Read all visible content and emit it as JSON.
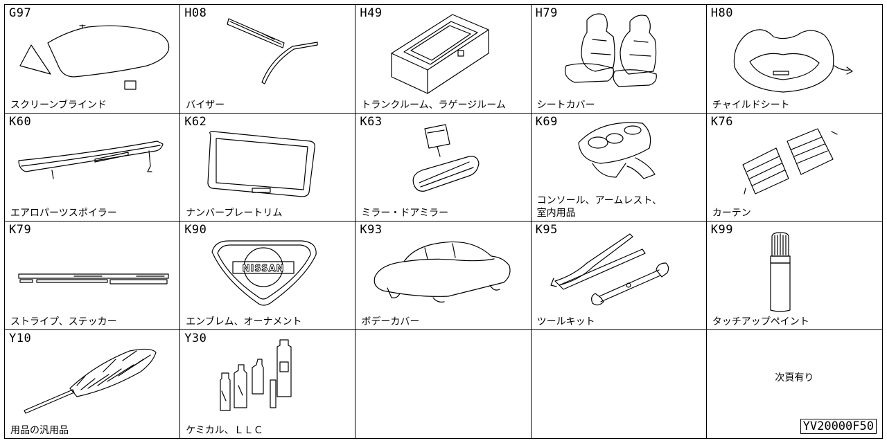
{
  "cells": [
    {
      "code": "G97",
      "label": "スクリーンブラインド",
      "icon": "windshield-shade-icon"
    },
    {
      "code": "H08",
      "label": "バイザー",
      "icon": "visor-icon"
    },
    {
      "code": "H49",
      "label": "トランクルーム、ラゲージルーム",
      "icon": "trunk-box-icon"
    },
    {
      "code": "H79",
      "label": "シートカバー",
      "icon": "seat-cover-icon"
    },
    {
      "code": "H80",
      "label": "チャイルドシート",
      "icon": "child-seat-icon"
    },
    {
      "code": "K60",
      "label": "エアロパーツスポイラー",
      "icon": "spoiler-icon"
    },
    {
      "code": "K62",
      "label": "ナンバープレートリム",
      "icon": "plate-rim-icon"
    },
    {
      "code": "K63",
      "label": "ミラー・ドアミラー",
      "icon": "mirror-icon"
    },
    {
      "code": "K69",
      "label": "コンソール、アームレスト、\n室内用品",
      "icon": "console-icon"
    },
    {
      "code": "K76",
      "label": "カーテン",
      "icon": "curtain-icon"
    },
    {
      "code": "K79",
      "label": "ストライプ、ステッカー",
      "icon": "stripe-icon"
    },
    {
      "code": "K90",
      "label": "エンブレム、オーナメント",
      "icon": "emblem-icon",
      "emblem_text": "NISSAN"
    },
    {
      "code": "K93",
      "label": "ボデーカバー",
      "icon": "body-cover-icon"
    },
    {
      "code": "K95",
      "label": "ツールキット",
      "icon": "tool-kit-icon"
    },
    {
      "code": "K99",
      "label": "タッチアップペイント",
      "icon": "touch-up-paint-icon"
    },
    {
      "code": "Y10",
      "label": "用品の汎用品",
      "icon": "duster-icon"
    },
    {
      "code": "Y30",
      "label": "ケミカル、ＬＬＣ",
      "icon": "chemical-bottles-icon"
    },
    {
      "code": "",
      "label": "",
      "icon": ""
    },
    {
      "code": "",
      "label": "",
      "icon": ""
    },
    {
      "code": "",
      "label": "",
      "icon": "",
      "note": "次頁有り"
    }
  ],
  "document_number": "YV20000F50"
}
